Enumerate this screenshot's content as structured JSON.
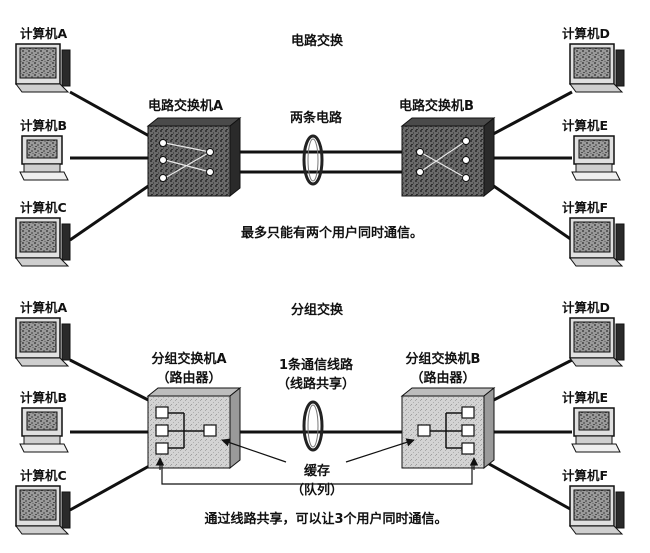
{
  "circuit": {
    "title": "电路交换",
    "switch_a_label": "电路交换机A",
    "switch_b_label": "电路交换机B",
    "line_label": "两条电路",
    "caption": "最多只能有两个用户同时通信。"
  },
  "packet": {
    "title": "分组交换",
    "switch_a_label": "分组交换机A\n（路由器）",
    "switch_b_label": "分组交换机B\n（路由器）",
    "line_label": "1条通信线路\n（线路共享）",
    "buffer_label": "缓存\n（队列）",
    "caption": "通过线路共享，可以让3个用户同时通信。"
  },
  "computers": {
    "a": "计算机A",
    "b": "计算机B",
    "c": "计算机C",
    "d": "计算机D",
    "e": "计算机E",
    "f": "计算机F"
  }
}
